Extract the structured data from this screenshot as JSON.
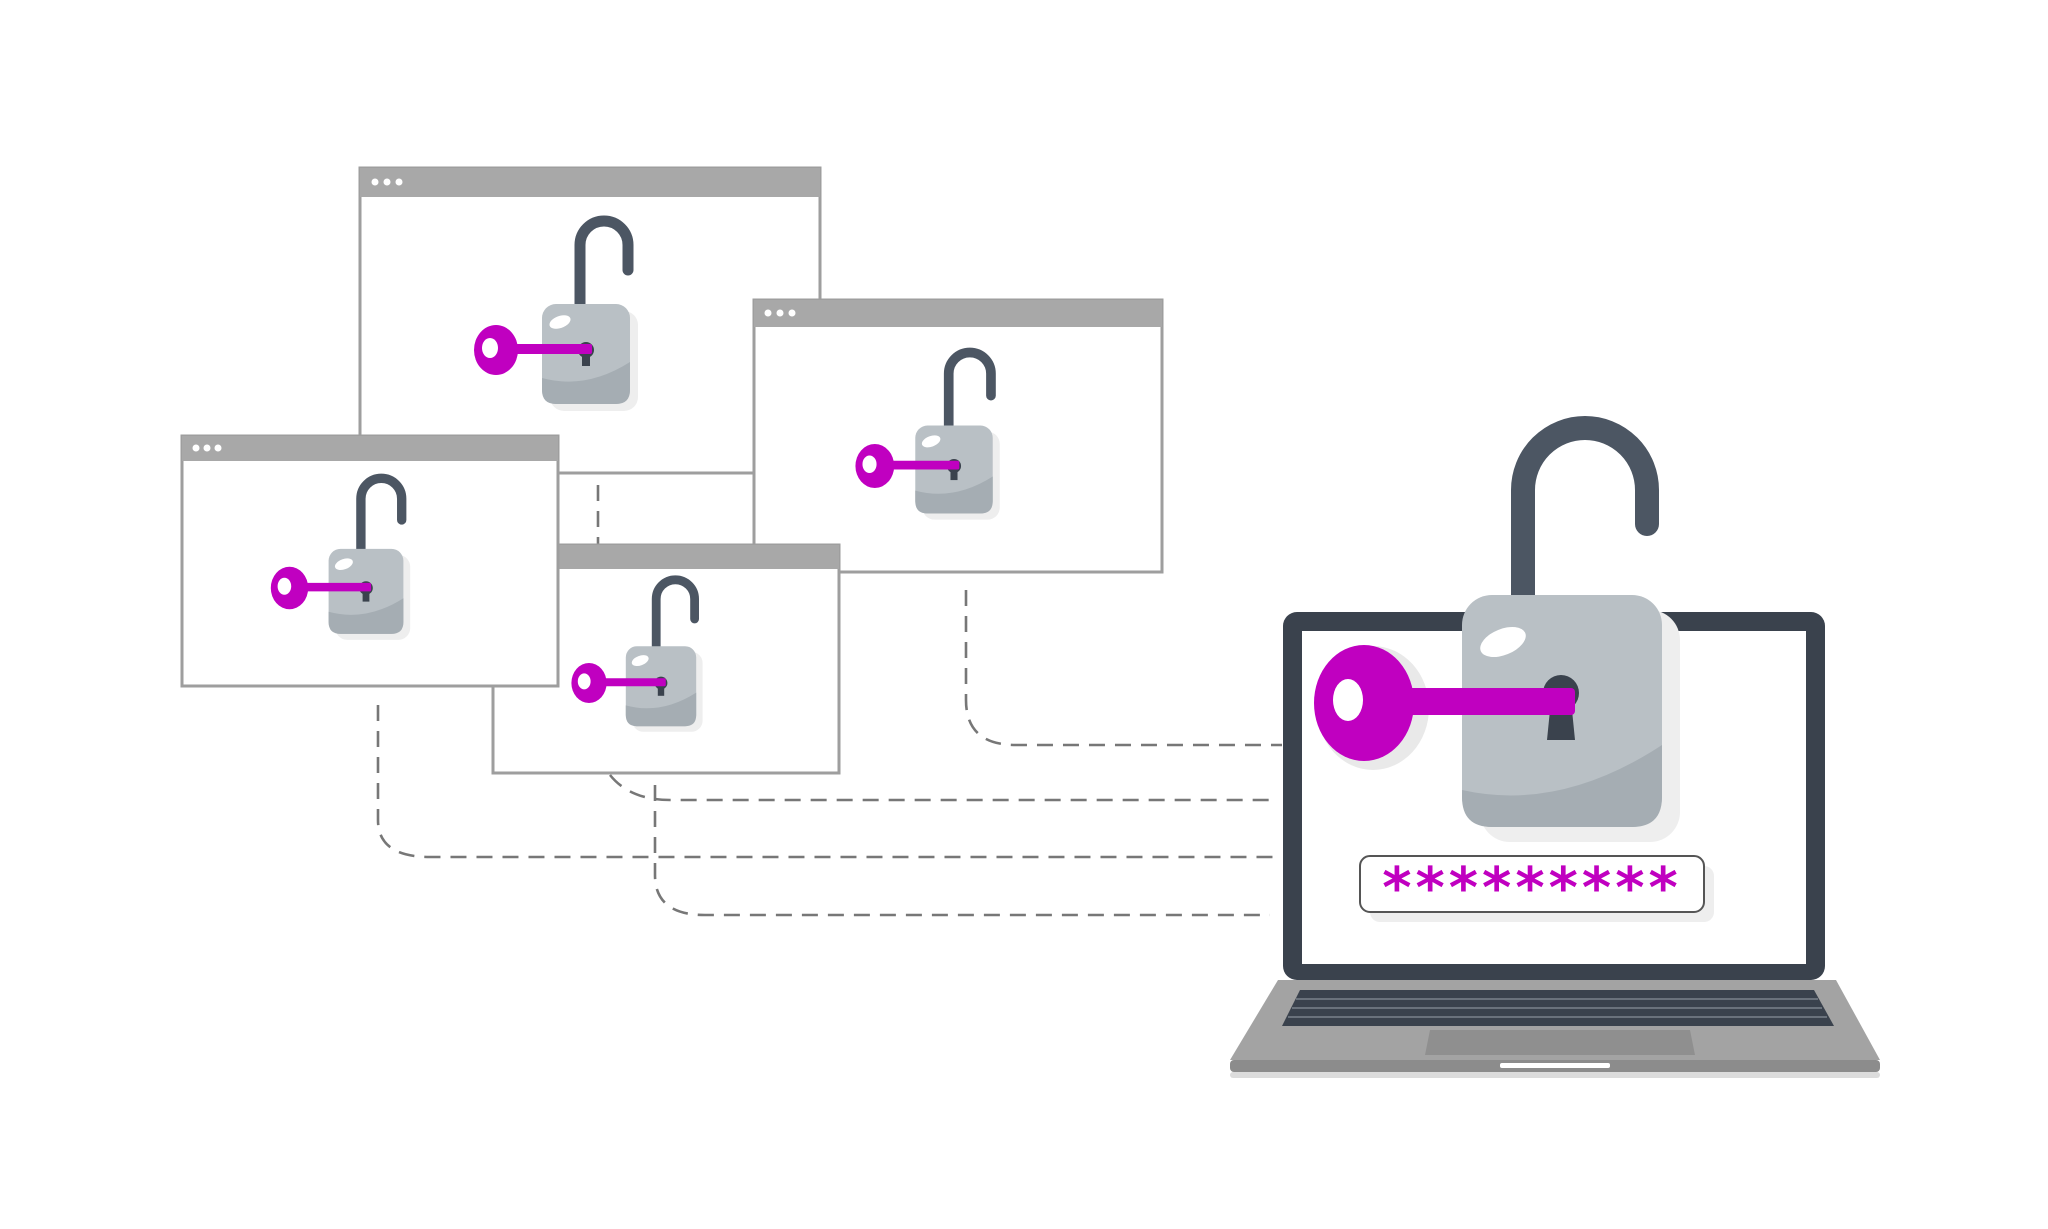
{
  "colors": {
    "accent": "#c000c0",
    "lock_body": "#b9c0c5",
    "lock_body_dark": "#a5adb3",
    "shackle": "#4c5663",
    "window_bar": "#a8a8a8",
    "window_border": "#9e9e9e",
    "connector": "#777777",
    "laptop_frame": "#3a424d",
    "laptop_base": "#a3a3a3"
  },
  "icons": {
    "lock": "padlock-open-icon",
    "key": "key-icon",
    "window_dots": "window-dots-icon"
  },
  "browser_windows": [
    {
      "id": "window-top"
    },
    {
      "id": "window-right"
    },
    {
      "id": "window-left"
    },
    {
      "id": "window-middle"
    }
  ],
  "laptop": {
    "password_field": {
      "value": "*********"
    }
  }
}
